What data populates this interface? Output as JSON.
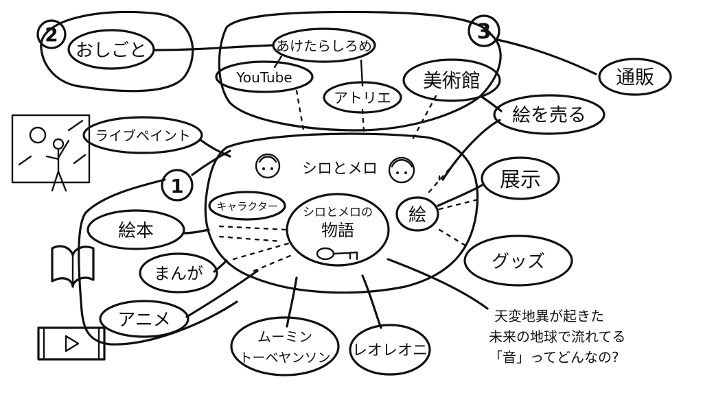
{
  "center": {
    "title": "シロとメロ",
    "story": "シロとメロの物語",
    "story_line1": "シロとメロの",
    "story_line2": "物語"
  },
  "groups": {
    "g1": "1",
    "g2": "2",
    "g3": "3"
  },
  "nodes": {
    "ojigoto": "おしごと",
    "akete": "あけたらしろめ",
    "youtube": "YouTube",
    "atelier": "アトリエ",
    "museum": "美術館",
    "mailorder": "通販",
    "sell": "絵を売る",
    "livepaint": "ライブペイント",
    "exhibit": "展示",
    "e": "絵",
    "character": "キャラクター",
    "goods": "グッズ",
    "picturebook": "絵本",
    "manga": "まんが",
    "anime": "アニメ",
    "moomin_line1": "ムーミン",
    "moomin_line2": "トーベヤンソン",
    "leo": "レオレオニ"
  },
  "note": {
    "line1": "天変地異が起きた",
    "line2": "未来の地球で流れてる",
    "line3": "「音」ってどんなの?"
  }
}
